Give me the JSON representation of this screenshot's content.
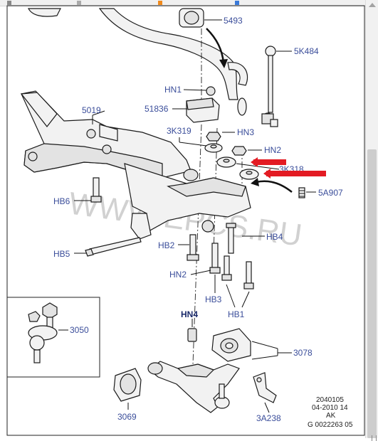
{
  "labels": {
    "p5493": "5493",
    "p5K484": "5K484",
    "hn1": "HN1",
    "p5019": "5019",
    "p51836": "51836",
    "p3K319": "3K319",
    "hn3": "HN3",
    "hn2_top": "HN2",
    "p3K318": "3K318",
    "p5A907": "5A907",
    "hb6": "HB6",
    "hb4": "HB4",
    "hb2": "HB2",
    "hb5": "HB5",
    "hn2_mid": "HN2",
    "hb3": "HB3",
    "hb1": "HB1",
    "hn4": "HN4",
    "p3050": "3050",
    "p3078": "3078",
    "p3069": "3069",
    "p3A238": "3A238"
  },
  "metadata": {
    "line1": "2040105",
    "line2": "04-2010 14",
    "line3": "AK",
    "line4": "G 0022263 05"
  },
  "watermark": "WWW.EPCS.RU",
  "colors": {
    "label": "#3a4d9a",
    "highlight_arrow": "#e31b23",
    "line": "#111111"
  }
}
